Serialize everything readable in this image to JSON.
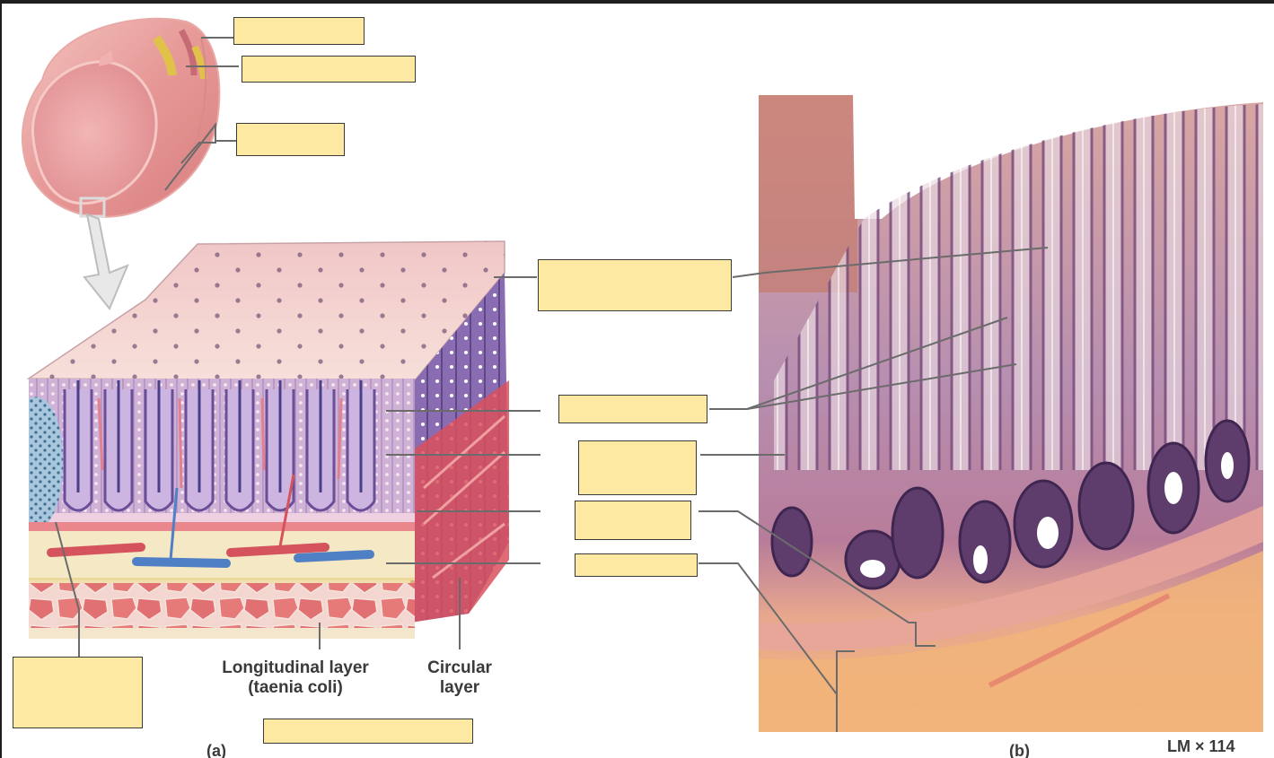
{
  "figure": {
    "title": "Large intestine (colon) wall histology",
    "panel_a": {
      "letter": "(a)",
      "captions": {
        "longitudinal_layer_line1": "Longitudinal layer",
        "longitudinal_layer_line2": "(taenia coli)",
        "circular_layer_line1": "Circular",
        "circular_layer_line2": "layer"
      }
    },
    "panel_b": {
      "letter": "(b)",
      "magnification": "LM × 114"
    },
    "label_boxes": [
      {
        "id": "box-top-1",
        "text": ""
      },
      {
        "id": "box-top-2",
        "text": ""
      },
      {
        "id": "box-top-3",
        "text": ""
      },
      {
        "id": "box-mid-1",
        "text": ""
      },
      {
        "id": "box-mid-2",
        "text": ""
      },
      {
        "id": "box-mid-3",
        "text": ""
      },
      {
        "id": "box-mid-4",
        "text": ""
      },
      {
        "id": "box-mid-5",
        "text": ""
      },
      {
        "id": "box-left-bottom",
        "text": ""
      },
      {
        "id": "box-bottom-center",
        "text": ""
      }
    ],
    "colors": {
      "label_fill": "#fde9a2",
      "label_border": "#3a3a3a",
      "leader_line": "#7a7a7a",
      "frame": "#1e1e1e"
    }
  }
}
